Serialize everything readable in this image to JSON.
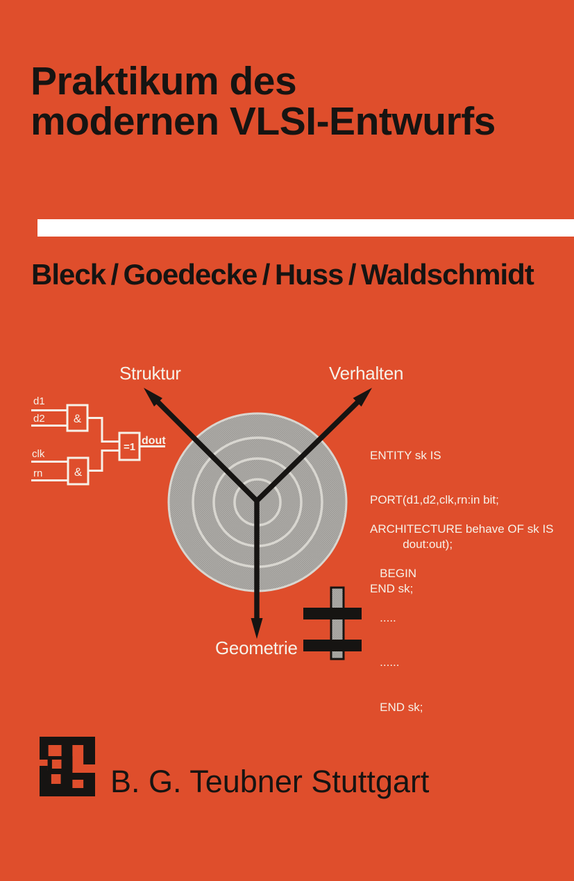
{
  "colors": {
    "background": "#DF4E2C",
    "ink": "#161412",
    "diagram_text": "#F6F1E8",
    "bar_white": "#FFFFFF",
    "disc_gray": "#ACAAA6",
    "ring_light": "#D8D6D0"
  },
  "title": {
    "line1": "Praktikum des",
    "line2": "modernen VLSI-Entwurfs"
  },
  "authors": "Bleck / Goedecke / Huss / Waldschmidt",
  "ychart": {
    "axis_top_left": "Struktur",
    "axis_top_right": "Verhalten",
    "axis_bottom": "Geometrie"
  },
  "schematic": {
    "input1": "d1",
    "input2": "d2",
    "input3": "clk",
    "input4": "rn",
    "gate_and1": "&",
    "gate_and2": "&",
    "gate_xor": "=1",
    "output": "dout"
  },
  "vhdl": {
    "entity_block": [
      "ENTITY sk IS",
      "PORT(d1,d2,clk,rn:in bit;",
      "          dout:out);",
      "END sk;"
    ],
    "architecture_block": [
      "ARCHITECTURE behave OF sk IS",
      "   BEGIN",
      "   .....",
      "   ......",
      "   END sk;"
    ]
  },
  "publisher": {
    "name": "B. G. Teubner Stuttgart"
  }
}
